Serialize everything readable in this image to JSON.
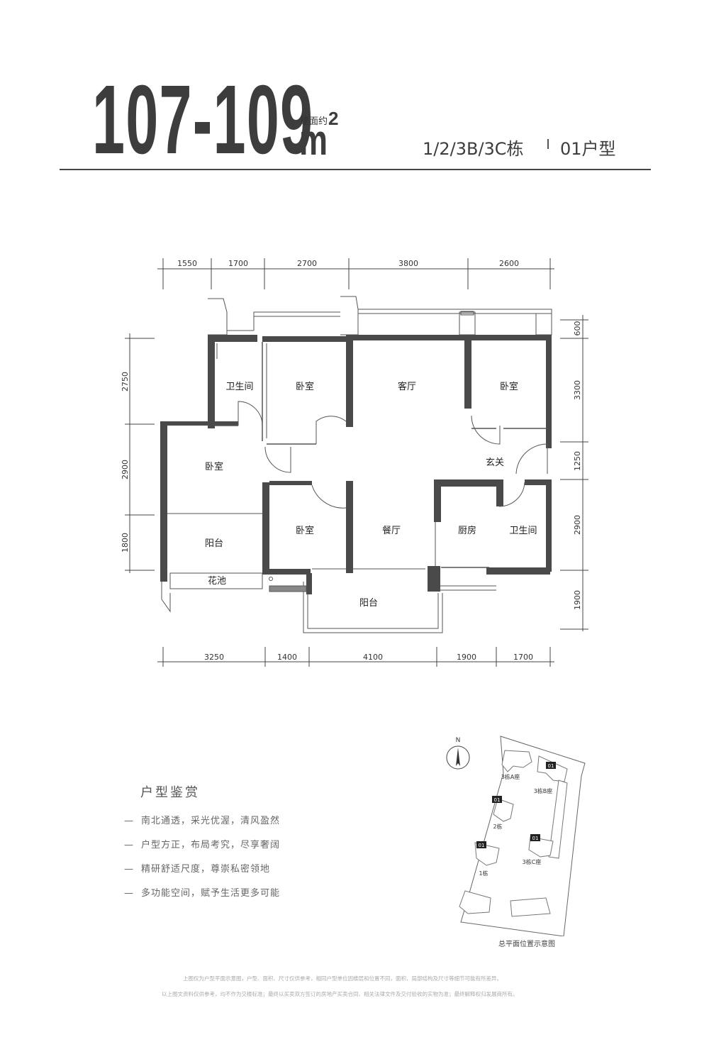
{
  "header": {
    "area_range": "107-109",
    "area_note": "建面约",
    "area_unit": "m",
    "area_unit_sup": "2",
    "building_info": "1/2/3B/3C栋",
    "unit_type": "01户型"
  },
  "floor_plan": {
    "dims_top": [
      "1550",
      "1700",
      "2700",
      "3800",
      "2600"
    ],
    "dims_bottom": [
      "3250",
      "1400",
      "4100",
      "1900",
      "1700"
    ],
    "dims_left": [
      "2750",
      "2900",
      "1800"
    ],
    "dims_right": [
      "600",
      "3300",
      "1250",
      "2900",
      "1900"
    ],
    "rooms": {
      "bath_nw": "卫生间",
      "bedroom_n1": "卧室",
      "living": "客厅",
      "bedroom_ne": "卧室",
      "bedroom_w": "卧室",
      "foyer": "玄关",
      "balcony_w": "阳台",
      "bedroom_s": "卧室",
      "dining": "餐厅",
      "kitchen": "厨房",
      "bath_se": "卫生间",
      "planter": "花池",
      "balcony_s": "阳台"
    }
  },
  "features": {
    "title": "户型鉴赏",
    "items": [
      "南北通透，采光优渥，清风盈然",
      "户型方正，布局考究，尽享奢阔",
      "精研舒适尺度，尊崇私密领地",
      "多功能空间，赋予生活更多可能"
    ]
  },
  "site_plan": {
    "north_label": "N",
    "buildings": [
      "3栋A座",
      "3栋B座",
      "2栋",
      "3栋C座",
      "1栋"
    ],
    "unit_marker": "01",
    "caption": "总平面位置示意图"
  },
  "disclaimer": [
    "上图仅为户型平面示意图，户型、面积、尺寸仅供参考，相同户型单位因楼层和位置不同，面积、局部结构及尺寸等细节可能有所差异。",
    "以上图文资料仅供参考，均不作为交楼标准；最终以买卖双方签订的房地产买卖合同、相关法律文件及交付验收的实物为准；最终解释权归发展商所有。"
  ]
}
